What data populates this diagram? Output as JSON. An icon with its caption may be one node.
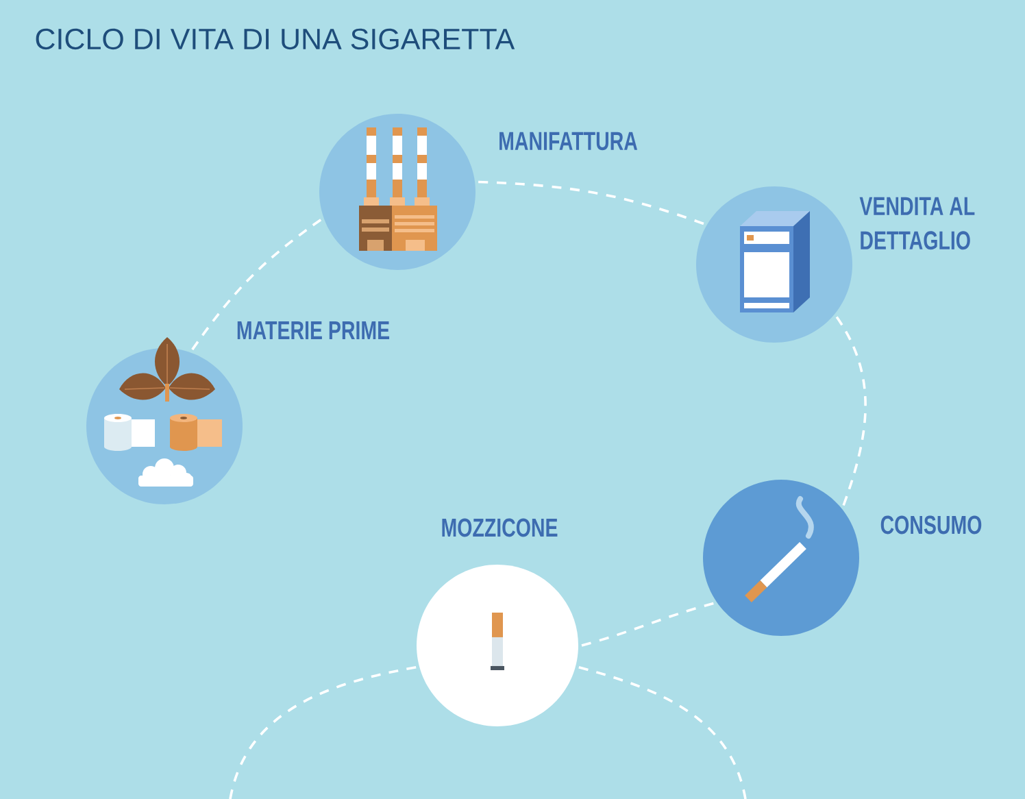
{
  "diagram": {
    "title": "CICLO DI VITA DI UNA SIGARETTA",
    "nodes": [
      {
        "text": [
          "MATERIE PRIME"
        ]
      },
      {
        "text": [
          "MANIFATTURA"
        ]
      },
      {
        "text": [
          "VENDITA AL DETTAGLIO"
        ]
      },
      {
        "text": [
          "CONSUMO"
        ]
      },
      {
        "text": [
          "MOZZICONE"
        ]
      }
    ],
    "edges": [
      {
        "from": 0,
        "to": 1,
        "arrow": "none",
        "style": "dashed"
      },
      {
        "from": 1,
        "to": 2,
        "arrow": "none",
        "style": "dashed"
      },
      {
        "from": 2,
        "to": 3,
        "arrow": "none",
        "style": "dashed"
      },
      {
        "from": 3,
        "to": 4,
        "arrow": "none",
        "style": "dashed"
      },
      {
        "from": 4,
        "to": null,
        "arrow": "none",
        "style": "dashed"
      },
      {
        "from": 4,
        "to": null,
        "arrow": "none",
        "style": "dashed"
      }
    ]
  }
}
